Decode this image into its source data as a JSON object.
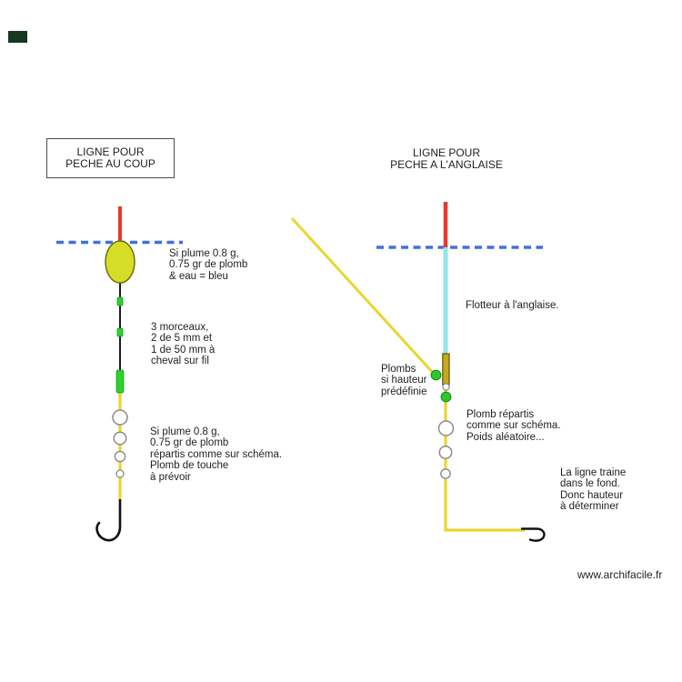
{
  "page": {
    "watermark": "www.archifacile.fr"
  },
  "left_rig": {
    "title": "LIGNE POUR\nPECHE AU COUP",
    "annotations": {
      "float": "Si plume 0.8 g,\n0.75 gr de plomb\n& eau = bleu",
      "sleeves": "3 morceaux,\n2 de 5 mm et\n1 de 50 mm à\ncheval sur fil",
      "shots": "Si plume 0.8 g,\n0.75 gr de plomb\nrépartis comme sur schéma.\nPlomb de touche\nà prévoir"
    }
  },
  "right_rig": {
    "title": "LIGNE POUR\nPECHE A L'ANGLAISE",
    "annotations": {
      "float": "Flotteur à l'anglaise.",
      "stop": "Plombs\nsi hauteur\nprédéfinie",
      "shots": "Plomb répartis\ncomme sur schéma.\nPoids aléatoire...",
      "bottom": "La ligne traine\ndans le fond.\nDonc hauteur\nà déterminer"
    }
  },
  "colors": {
    "water_blue": "#4070dd",
    "antenna_red": "#e6392b",
    "float_yellow": "#d6dd28",
    "float_outline": "#6f6f10",
    "line_black": "#1c1c1c",
    "sleeve_green": "#2ecf2e",
    "sleeve_outline": "#17a017",
    "line_yellow": "#e9d62f",
    "float_cyan": "#90e7ed",
    "stop_gold": "#c8a81e",
    "stop_outline": "#6b5b14",
    "bead_green": "#2bc92b",
    "bead_outline": "#128a12",
    "shot_white": "#ffffff",
    "shot_outline": "#8a8a8a",
    "hook_black": "#111111",
    "marker_dark": "#16391f",
    "text": "#1f1f1f"
  }
}
